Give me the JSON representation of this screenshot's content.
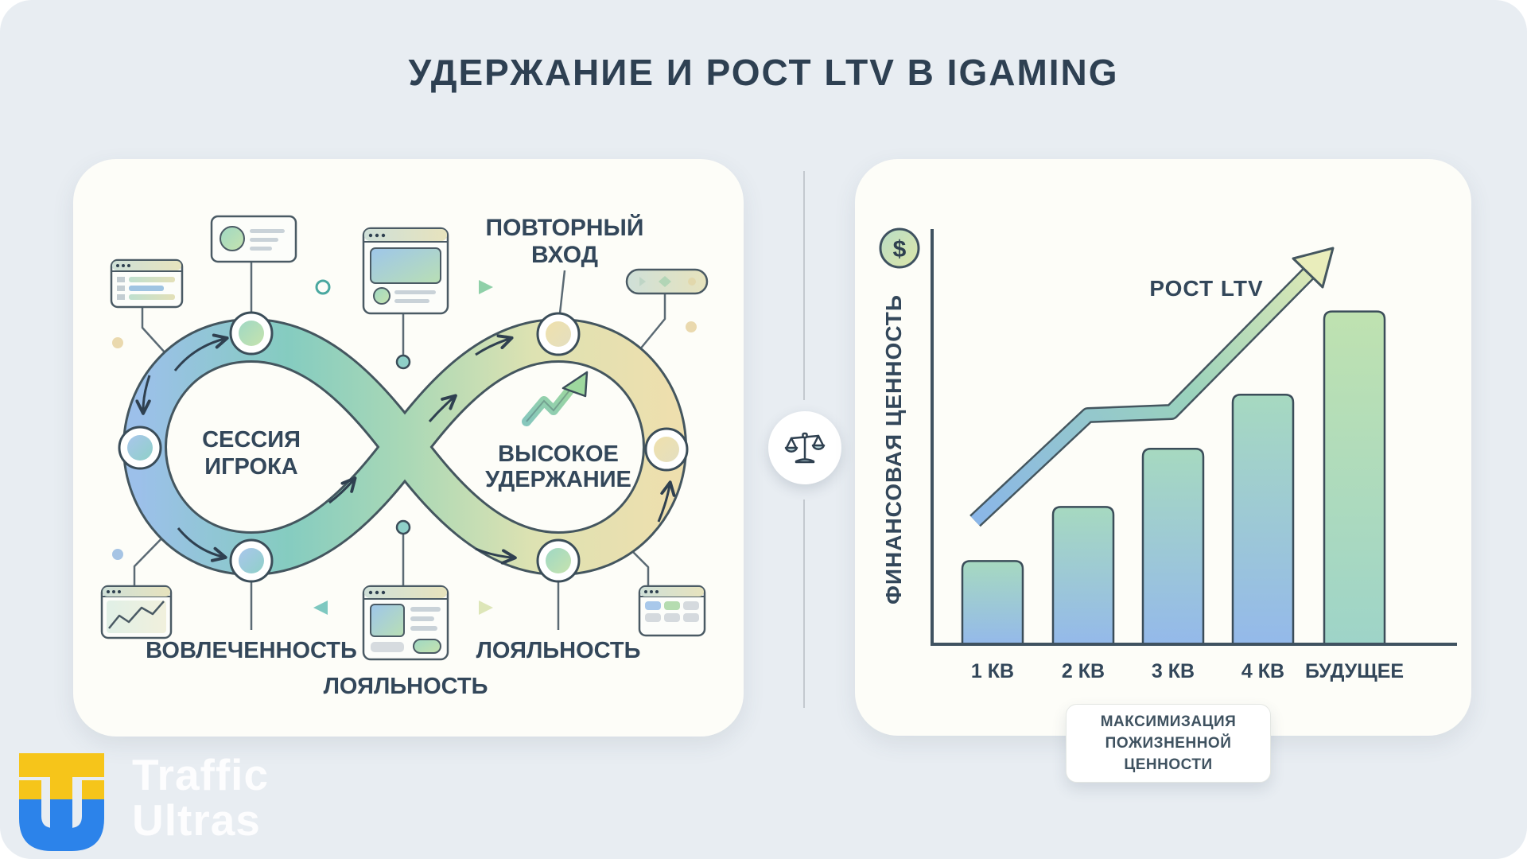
{
  "title": "УДЕРЖАНИЕ И РОСТ LTV В IGAMING",
  "loop_panel": {
    "session_line1": "СЕССИЯ",
    "session_line2": "ИГРОКА",
    "retention_line1": "ВЫСОКОЕ",
    "retention_line2": "УДЕРЖАНИЕ",
    "reentry_line1": "ПОВТОРНЫЙ",
    "reentry_line2": "ВХОД",
    "engagement": "ВОВЛЕЧЕННОСТЬ",
    "loyalty_center": "ЛОЯЛЬНОСТЬ",
    "loyalty_right": "ЛОЯЛЬНОСТЬ"
  },
  "chart_panel": {
    "ylabel": "ФИНАНСОВАЯ ЦЕННОСТЬ",
    "growth_label": "РОСТ LTV",
    "currency_symbol": "$",
    "callout_line1": "МАКСИМИЗАЦИЯ",
    "callout_line2": "ПОЖИЗНЕННОЙ",
    "callout_line3": "ЦЕННОСТИ"
  },
  "chart_data": {
    "type": "bar",
    "categories": [
      "1 КВ",
      "2 КВ",
      "3 КВ",
      "4 КВ",
      "БУДУЩЕЕ"
    ],
    "values": [
      20,
      33,
      47,
      60,
      80
    ],
    "title": "",
    "xlabel": "",
    "ylabel": "ФИНАНСОВАЯ ЦЕННОСТЬ",
    "ylim": [
      0,
      100
    ],
    "grid": false,
    "legend": false,
    "annotation": "РОСТ LTV",
    "note": "МАКСИМИЗАЦИЯ ПОЖИЗНЕННОЙ ЦЕННОСТИ"
  },
  "logo": {
    "line1": "Traffic",
    "line2": "Ultras"
  },
  "colors": {
    "background": "#e8edf2",
    "card": "#fdfdf8",
    "text_dark": "#33475a",
    "loop_blue": "#9cc0ea",
    "loop_teal": "#85ccc0",
    "loop_green": "#a9d8b6",
    "loop_yellow": "#eedfae",
    "bar_top": "#a6d9c0",
    "bar_bottom": "#94b9ea",
    "future_bar_top": "#bfe2b0",
    "future_bar_bottom": "#9ed4c8",
    "logo_yellow": "#f6c51a",
    "logo_blue": "#2c83ea"
  }
}
